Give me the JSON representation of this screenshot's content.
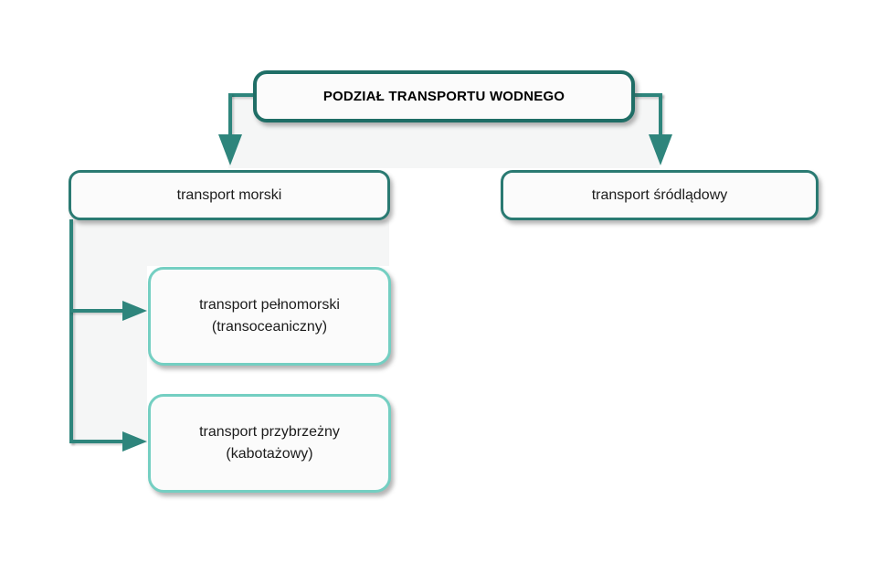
{
  "colors": {
    "accent_dark": "#1f6e66",
    "accent_dark2": "#2a7a72",
    "accent_mid": "#2e857c",
    "accent_light": "#74cfc2",
    "box_fill": "#fbfbfb",
    "panel_fill": "#f5f6f6",
    "title_text": "#000000",
    "body_text": "#1c1c1c"
  },
  "diagram": {
    "title": "PODZIAŁ TRANSPORTU WODNEGO",
    "level1": [
      {
        "label": "transport morski"
      },
      {
        "label": "transport śródlądowy"
      }
    ],
    "level2": [
      {
        "line1": "transport pełnomorski",
        "line2": "(transoceaniczny)"
      },
      {
        "line1": "transport przybrzeżny",
        "line2": "(kabotażowy)"
      }
    ]
  }
}
